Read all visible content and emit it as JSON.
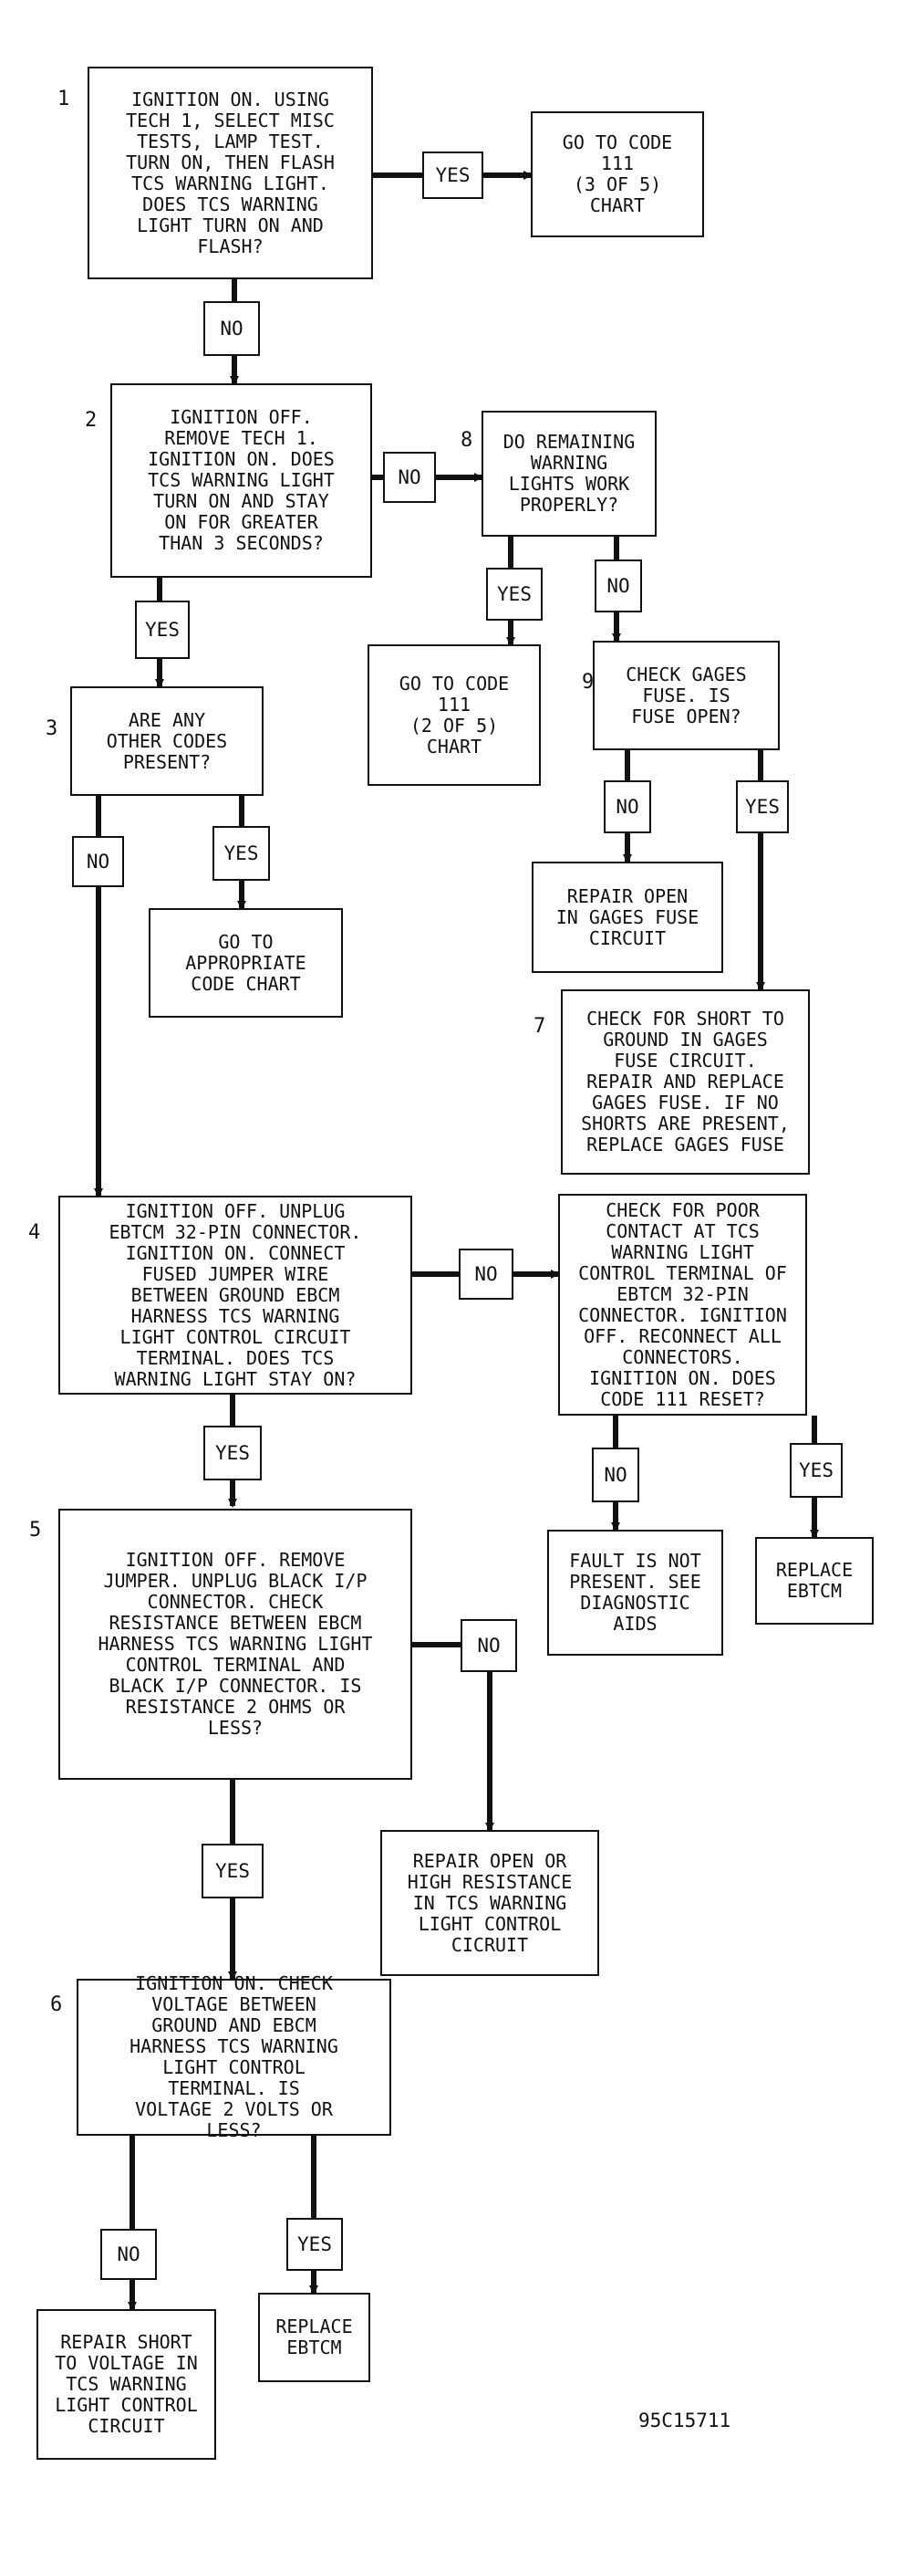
{
  "figure_id": "95C15711",
  "labels": {
    "yes": "YES",
    "no": "NO"
  },
  "steps": {
    "s1": {
      "num": "1",
      "text": "IGNITION ON. USING TECH 1, SELECT MISC TESTS, LAMP TEST. TURN ON, THEN FLASH TCS WARNING LIGHT. DOES TCS WARNING LIGHT TURN ON AND FLASH?"
    },
    "s2": {
      "num": "2",
      "text": "IGNITION OFF. REMOVE TECH 1. IGNITION ON. DOES TCS WARNING LIGHT TURN ON AND STAY ON FOR GREATER THAN 3 SECONDS?"
    },
    "s3": {
      "num": "3",
      "text": "ARE ANY OTHER CODES PRESENT?"
    },
    "s4": {
      "num": "4",
      "text": "IGNITION OFF. UNPLUG EBTCM 32-PIN CONNECTOR. IGNITION ON. CONNECT FUSED JUMPER WIRE BETWEEN GROUND EBCM HARNESS TCS WARNING LIGHT CONTROL CIRCUIT TERMINAL. DOES TCS WARNING LIGHT STAY ON?"
    },
    "s5": {
      "num": "5",
      "text": "IGNITION OFF. REMOVE JUMPER. UNPLUG BLACK I/P CONNECTOR. CHECK RESISTANCE BETWEEN EBCM HARNESS TCS WARNING LIGHT CONTROL TERMINAL AND BLACK I/P CONNECTOR. IS RESISTANCE 2 OHMS OR LESS?"
    },
    "s6": {
      "num": "6",
      "text": "IGNITION ON. CHECK VOLTAGE BETWEEN GROUND AND EBCM HARNESS TCS WARNING LIGHT CONTROL TERMINAL. IS VOLTAGE 2 VOLTS OR LESS?"
    },
    "s7": {
      "num": "7",
      "text": "CHECK FOR SHORT TO GROUND IN GAGES FUSE CIRCUIT. REPAIR AND REPLACE GAGES FUSE. IF NO SHORTS ARE PRESENT, REPLACE GAGES FUSE"
    },
    "s8": {
      "num": "8",
      "text": "DO REMAINING WARNING LIGHTS WORK PROPERLY?"
    },
    "s9": {
      "num": "9",
      "text": "CHECK GAGES FUSE. IS FUSE OPEN?"
    }
  },
  "outcomes": {
    "goto_111_3of5": "GO TO CODE 111 (3 OF 5) CHART",
    "goto_111_2of5": "GO TO CODE 111 (2 OF 5) CHART",
    "goto_code_chart": "GO TO APPROPRIATE CODE CHART",
    "repair_gages_fuse": "REPAIR OPEN IN GAGES FUSE CIRCUIT",
    "check_poor_contact": "CHECK FOR POOR CONTACT AT TCS WARNING LIGHT CONTROL TERMINAL OF EBTCM 32-PIN CONNECTOR. IGNITION OFF. RECONNECT ALL CONNECTORS. IGNITION ON. DOES CODE 111 RESET?",
    "fault_not_present": "FAULT IS NOT PRESENT. SEE DIAGNOSTIC AIDS",
    "replace_ebtcm_1": "REPLACE EBTCM",
    "repair_open_high_res": "REPAIR OPEN OR HIGH RESISTANCE IN TCS WARNING LIGHT CONTROL CICRUIT",
    "repair_short_voltage": "REPAIR SHORT TO VOLTAGE IN TCS WARNING LIGHT CONTROL CIRCUIT",
    "replace_ebtcm_2": "REPLACE EBTCM"
  },
  "line_breaks": {
    "s1": [
      "IGNITION ON. USING",
      "TECH 1, SELECT MISC",
      "TESTS, LAMP TEST.",
      "TURN ON, THEN FLASH",
      "TCS WARNING LIGHT.",
      "DOES TCS WARNING",
      "LIGHT TURN ON AND",
      "FLASH?"
    ],
    "s2": [
      "IGNITION OFF.",
      "REMOVE TECH 1.",
      "IGNITION ON. DOES",
      "TCS WARNING LIGHT",
      "TURN ON AND STAY",
      "ON FOR GREATER",
      "THAN 3 SECONDS?"
    ],
    "s3": [
      "ARE ANY",
      "OTHER CODES",
      "PRESENT?"
    ],
    "s4": [
      "IGNITION OFF. UNPLUG",
      "EBTCM 32-PIN CONNECTOR.",
      "IGNITION ON. CONNECT",
      "FUSED JUMPER WIRE",
      "BETWEEN GROUND EBCM",
      "HARNESS TCS WARNING",
      "LIGHT CONTROL CIRCUIT",
      "TERMINAL. DOES TCS",
      "WARNING LIGHT STAY ON?"
    ],
    "s5": [
      "IGNITION OFF. REMOVE",
      "JUMPER. UNPLUG BLACK I/P",
      "CONNECTOR. CHECK",
      "RESISTANCE BETWEEN EBCM",
      "HARNESS TCS WARNING LIGHT",
      "CONTROL TERMINAL AND",
      "BLACK I/P CONNECTOR. IS",
      "RESISTANCE 2 OHMS OR",
      "LESS?"
    ],
    "s6": [
      "IGNITION ON. CHECK",
      "VOLTAGE BETWEEN",
      "GROUND AND EBCM",
      "HARNESS TCS WARNING",
      "LIGHT CONTROL",
      "TERMINAL. IS",
      "VOLTAGE 2 VOLTS OR",
      "LESS?"
    ],
    "s7": [
      "CHECK FOR SHORT TO",
      "GROUND IN GAGES",
      "FUSE CIRCUIT.",
      "REPAIR AND REPLACE",
      "GAGES FUSE. IF NO",
      "SHORTS ARE PRESENT,",
      "REPLACE GAGES FUSE"
    ],
    "s8": [
      "DO REMAINING",
      "WARNING",
      "LIGHTS WORK",
      "PROPERLY?"
    ],
    "s9": [
      "CHECK GAGES",
      "FUSE. IS",
      "FUSE OPEN?"
    ],
    "goto_111_3of5": [
      "GO TO CODE",
      "111",
      "(3 OF 5)",
      "CHART"
    ],
    "goto_111_2of5": [
      "GO TO CODE",
      "111",
      "(2 OF 5)",
      "CHART"
    ],
    "goto_code_chart": [
      "GO TO",
      "APPROPRIATE",
      "CODE CHART"
    ],
    "repair_gages_fuse": [
      "REPAIR OPEN",
      "IN GAGES FUSE",
      "CIRCUIT"
    ],
    "check_poor_contact": [
      "CHECK FOR POOR",
      "CONTACT AT TCS",
      "WARNING LIGHT",
      "CONTROL TERMINAL OF",
      "EBTCM 32-PIN",
      "CONNECTOR. IGNITION",
      "OFF. RECONNECT ALL",
      "CONNECTORS.",
      "IGNITION ON. DOES",
      "CODE 111 RESET?"
    ],
    "fault_not_present": [
      "FAULT IS NOT",
      "PRESENT. SEE",
      "DIAGNOSTIC",
      "AIDS"
    ],
    "replace_ebtcm_1": [
      "REPLACE",
      "EBTCM"
    ],
    "repair_open_high_res": [
      "REPAIR OPEN OR",
      "HIGH RESISTANCE",
      "IN TCS WARNING",
      "LIGHT CONTROL",
      "CICRUIT"
    ],
    "repair_short_voltage": [
      "REPAIR SHORT",
      "TO VOLTAGE IN",
      "TCS WARNING",
      "LIGHT CONTROL",
      "CIRCUIT"
    ],
    "replace_ebtcm_2": [
      "REPLACE",
      "EBTCM"
    ]
  }
}
